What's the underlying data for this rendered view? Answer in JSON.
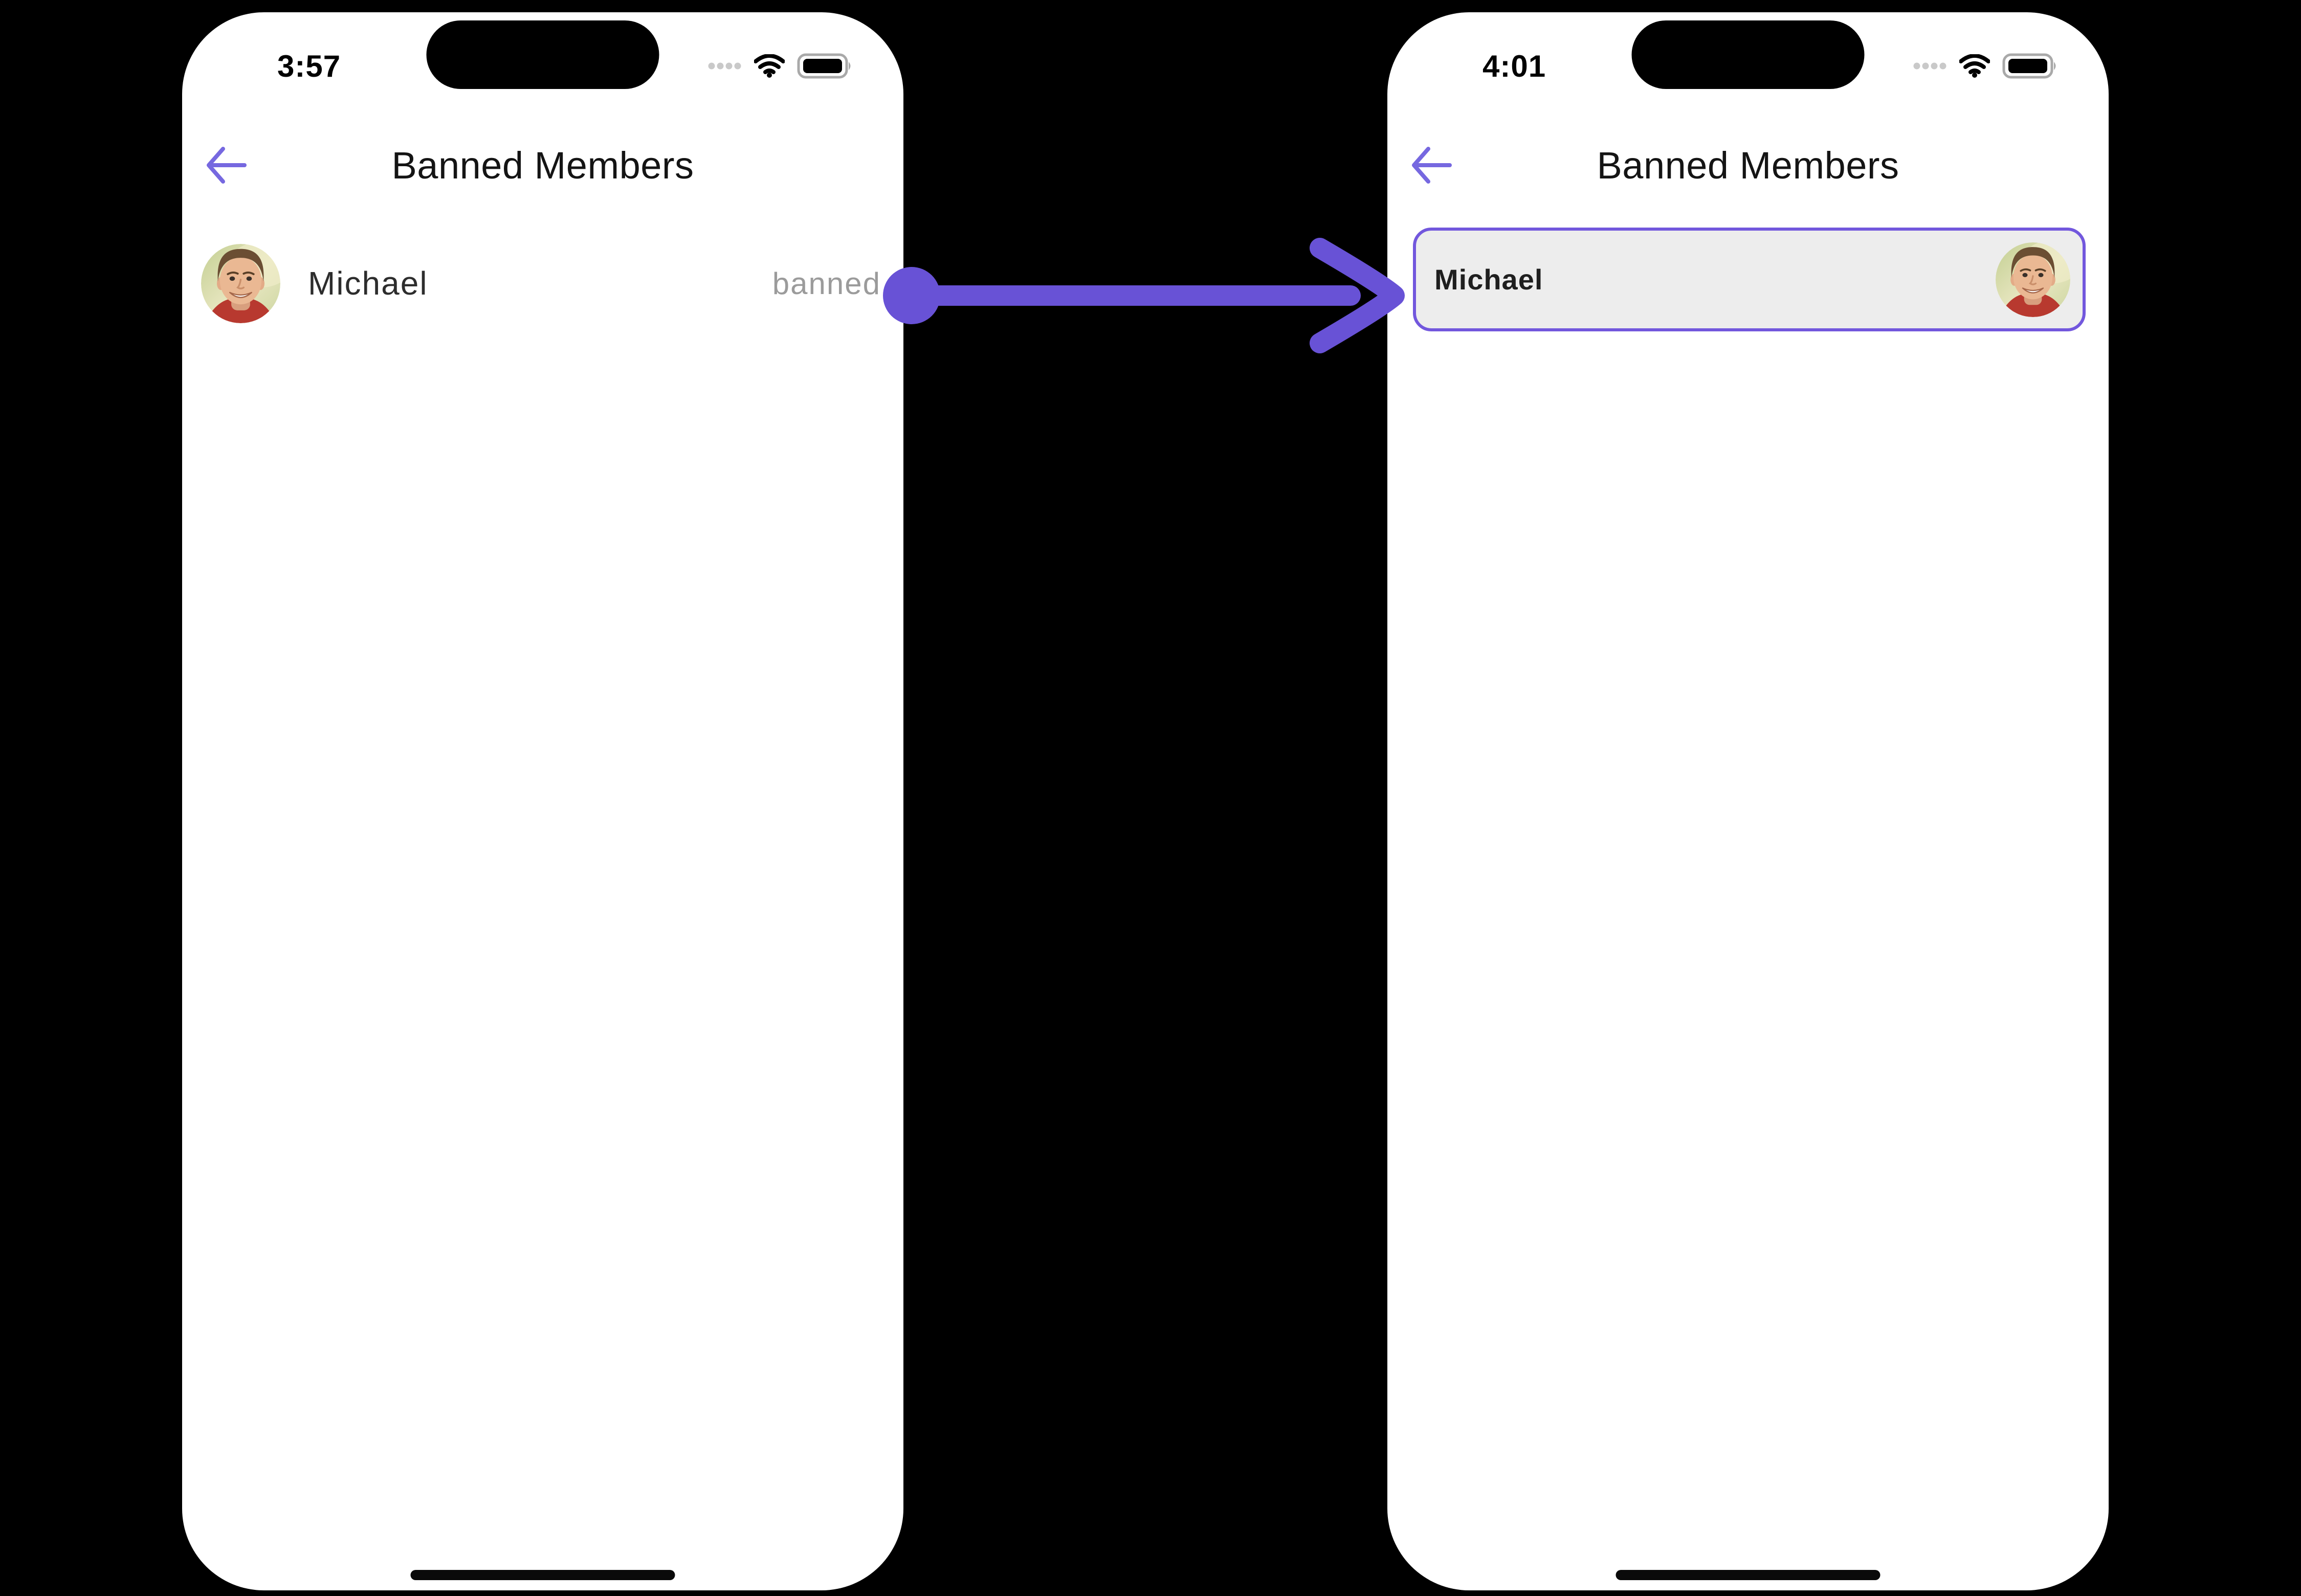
{
  "annotation_arrow": {
    "direction": "left-to-right",
    "color": "#6852d6",
    "start": "banned status on left screen",
    "end": "selected member card on right screen"
  },
  "colors": {
    "background": "#000000",
    "phone_screen": "#ffffff",
    "back_arrow": "#7668e0",
    "title_text": "#141414",
    "member_name": "#2d2d2d",
    "banned_status_text": "#9b9b9b",
    "selected_card_border": "#7257dd",
    "selected_card_bg": "#ededed",
    "arrow_accent": "#6852d6"
  },
  "left_phone": {
    "status_bar": {
      "time": "3:57",
      "icons": [
        "cellular-dots-icon",
        "wifi-icon",
        "battery-full-icon"
      ]
    },
    "header": {
      "back_icon": "arrow-left-icon",
      "title": "Banned Members"
    },
    "member": {
      "avatar_icon": "avatar-michael",
      "name": "Michael",
      "status": "banned"
    }
  },
  "right_phone": {
    "status_bar": {
      "time": "4:01",
      "icons": [
        "cellular-dots-icon",
        "wifi-icon",
        "battery-full-icon"
      ]
    },
    "header": {
      "back_icon": "arrow-left-icon",
      "title": "Banned Members"
    },
    "selected_member": {
      "name": "Michael",
      "avatar_icon": "avatar-michael"
    }
  }
}
